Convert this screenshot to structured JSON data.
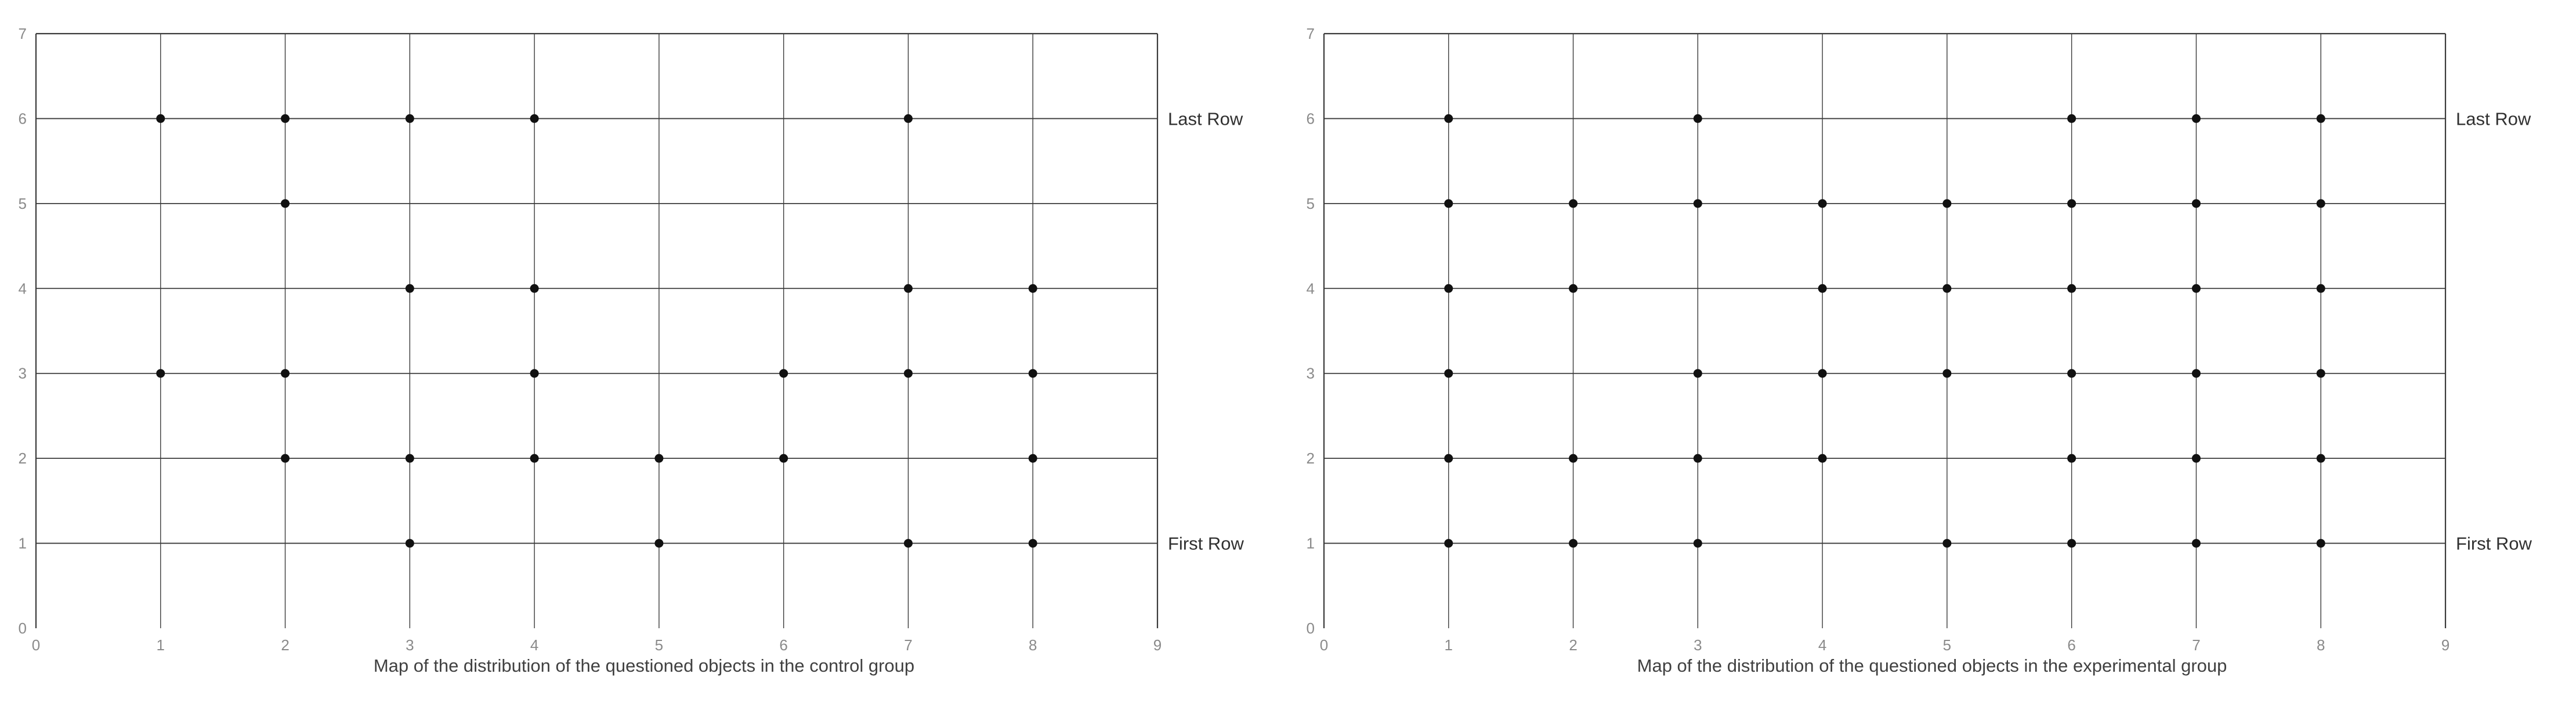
{
  "chart_data": [
    {
      "type": "scatter",
      "title": "",
      "xlabel": "Map of the distribution of the questioned objects in the control group",
      "ylabel": "",
      "xlim": [
        0,
        9
      ],
      "ylim": [
        0,
        7
      ],
      "xticks": [
        "0",
        "1",
        "2",
        "3",
        "4",
        "5",
        "6",
        "7",
        "8",
        "9"
      ],
      "yticks": [
        "0",
        "1",
        "2",
        "3",
        "4",
        "5",
        "6",
        "7"
      ],
      "grid": true,
      "grid_color": "#3a3a3a",
      "marker_color": "#111111",
      "tick_color": "#8a8a8a",
      "annotations": [
        {
          "text": "Last Row",
          "x": 9,
          "y": 6
        },
        {
          "text": "First Row",
          "x": 9,
          "y": 1
        }
      ],
      "points": [
        {
          "x": 1,
          "y": 6
        },
        {
          "x": 2,
          "y": 6
        },
        {
          "x": 3,
          "y": 6
        },
        {
          "x": 4,
          "y": 6
        },
        {
          "x": 7,
          "y": 6
        },
        {
          "x": 2,
          "y": 5
        },
        {
          "x": 3,
          "y": 4
        },
        {
          "x": 4,
          "y": 4
        },
        {
          "x": 7,
          "y": 4
        },
        {
          "x": 8,
          "y": 4
        },
        {
          "x": 1,
          "y": 3
        },
        {
          "x": 2,
          "y": 3
        },
        {
          "x": 4,
          "y": 3
        },
        {
          "x": 6,
          "y": 3
        },
        {
          "x": 7,
          "y": 3
        },
        {
          "x": 8,
          "y": 3
        },
        {
          "x": 2,
          "y": 2
        },
        {
          "x": 3,
          "y": 2
        },
        {
          "x": 4,
          "y": 2
        },
        {
          "x": 5,
          "y": 2
        },
        {
          "x": 6,
          "y": 2
        },
        {
          "x": 8,
          "y": 2
        },
        {
          "x": 3,
          "y": 1
        },
        {
          "x": 5,
          "y": 1
        },
        {
          "x": 7,
          "y": 1
        },
        {
          "x": 8,
          "y": 1
        }
      ]
    },
    {
      "type": "scatter",
      "title": "",
      "xlabel": "Map of the distribution of the questioned objects in the experimental group",
      "ylabel": "",
      "xlim": [
        0,
        9
      ],
      "ylim": [
        0,
        7
      ],
      "xticks": [
        "0",
        "1",
        "2",
        "3",
        "4",
        "5",
        "6",
        "7",
        "8",
        "9"
      ],
      "yticks": [
        "0",
        "1",
        "2",
        "3",
        "4",
        "5",
        "6",
        "7"
      ],
      "grid": true,
      "grid_color": "#3a3a3a",
      "marker_color": "#111111",
      "tick_color": "#8a8a8a",
      "annotations": [
        {
          "text": "Last Row",
          "x": 9,
          "y": 6
        },
        {
          "text": "First Row",
          "x": 9,
          "y": 1
        }
      ],
      "points": [
        {
          "x": 1,
          "y": 6
        },
        {
          "x": 3,
          "y": 6
        },
        {
          "x": 6,
          "y": 6
        },
        {
          "x": 7,
          "y": 6
        },
        {
          "x": 8,
          "y": 6
        },
        {
          "x": 1,
          "y": 5
        },
        {
          "x": 2,
          "y": 5
        },
        {
          "x": 3,
          "y": 5
        },
        {
          "x": 4,
          "y": 5
        },
        {
          "x": 5,
          "y": 5
        },
        {
          "x": 6,
          "y": 5
        },
        {
          "x": 7,
          "y": 5
        },
        {
          "x": 8,
          "y": 5
        },
        {
          "x": 1,
          "y": 4
        },
        {
          "x": 2,
          "y": 4
        },
        {
          "x": 4,
          "y": 4
        },
        {
          "x": 5,
          "y": 4
        },
        {
          "x": 6,
          "y": 4
        },
        {
          "x": 7,
          "y": 4
        },
        {
          "x": 8,
          "y": 4
        },
        {
          "x": 1,
          "y": 3
        },
        {
          "x": 3,
          "y": 3
        },
        {
          "x": 4,
          "y": 3
        },
        {
          "x": 5,
          "y": 3
        },
        {
          "x": 6,
          "y": 3
        },
        {
          "x": 7,
          "y": 3
        },
        {
          "x": 8,
          "y": 3
        },
        {
          "x": 1,
          "y": 2
        },
        {
          "x": 2,
          "y": 2
        },
        {
          "x": 3,
          "y": 2
        },
        {
          "x": 4,
          "y": 2
        },
        {
          "x": 6,
          "y": 2
        },
        {
          "x": 7,
          "y": 2
        },
        {
          "x": 8,
          "y": 2
        },
        {
          "x": 1,
          "y": 1
        },
        {
          "x": 2,
          "y": 1
        },
        {
          "x": 3,
          "y": 1
        },
        {
          "x": 5,
          "y": 1
        },
        {
          "x": 6,
          "y": 1
        },
        {
          "x": 7,
          "y": 1
        },
        {
          "x": 8,
          "y": 1
        }
      ]
    }
  ],
  "panels": [
    {
      "id": "control-group",
      "caption": "Map of the distribution of the questioned objects in the control group",
      "last_row_label": "Last Row",
      "first_row_label": "First Row"
    },
    {
      "id": "experimental-group",
      "caption": "Map of the distribution of the questioned objects in the experimental group",
      "last_row_label": "Last Row",
      "first_row_label": "First Row"
    }
  ]
}
